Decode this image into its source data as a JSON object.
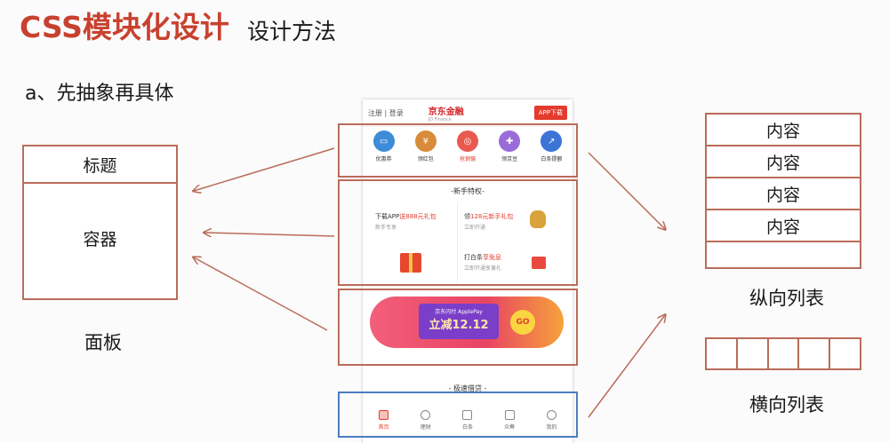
{
  "header": {
    "title": "CSS模块化设计",
    "subtitle": "设计方法"
  },
  "section": {
    "label": "a、先抽象再具体"
  },
  "panel": {
    "head": "标题",
    "body": "容器",
    "caption": "面板"
  },
  "vertical_list": {
    "rows": [
      "内容",
      "内容",
      "内容",
      "内容"
    ],
    "caption": "纵向列表"
  },
  "horizontal_list": {
    "cells": 5,
    "caption": "横向列表"
  },
  "phone": {
    "login": "注册 | 登录",
    "brand": "京东金融",
    "brand_en": "JD Finance",
    "app_button": "APP下载",
    "icons": [
      {
        "label": "优惠券",
        "color": "#3e8bd8"
      },
      {
        "label": "领红包",
        "color": "#d88b3a"
      },
      {
        "label": "抢钢镚",
        "color": "#e85a4f"
      },
      {
        "label": "领京豆",
        "color": "#9b6bd9"
      },
      {
        "label": "白条提额",
        "color": "#3c74d6"
      }
    ],
    "newbie_title": "-新手特权-",
    "card1_title_a": "下载APP",
    "card1_title_b": "送888元礼包",
    "card1_sub": "新手专享",
    "card2_title_a": "领",
    "card2_title_b": "128元新手礼包",
    "card2_sub": "立即开通",
    "card3_title_a": "打白条",
    "card3_title_b": "享免息",
    "card3_sub": "立即开通享兼礼",
    "banner_line1": "京东闪付 ApplePay",
    "banner_line2": "立减12.12",
    "banner_go": "GO",
    "loan_title": "- 极速借贷 -",
    "tabs": [
      "首页",
      "理财",
      "白条",
      "众筹",
      "我的"
    ]
  },
  "colors": {
    "accent": "#c8412f",
    "box": "#b96c5a",
    "blue_box": "#4a7dbf"
  }
}
